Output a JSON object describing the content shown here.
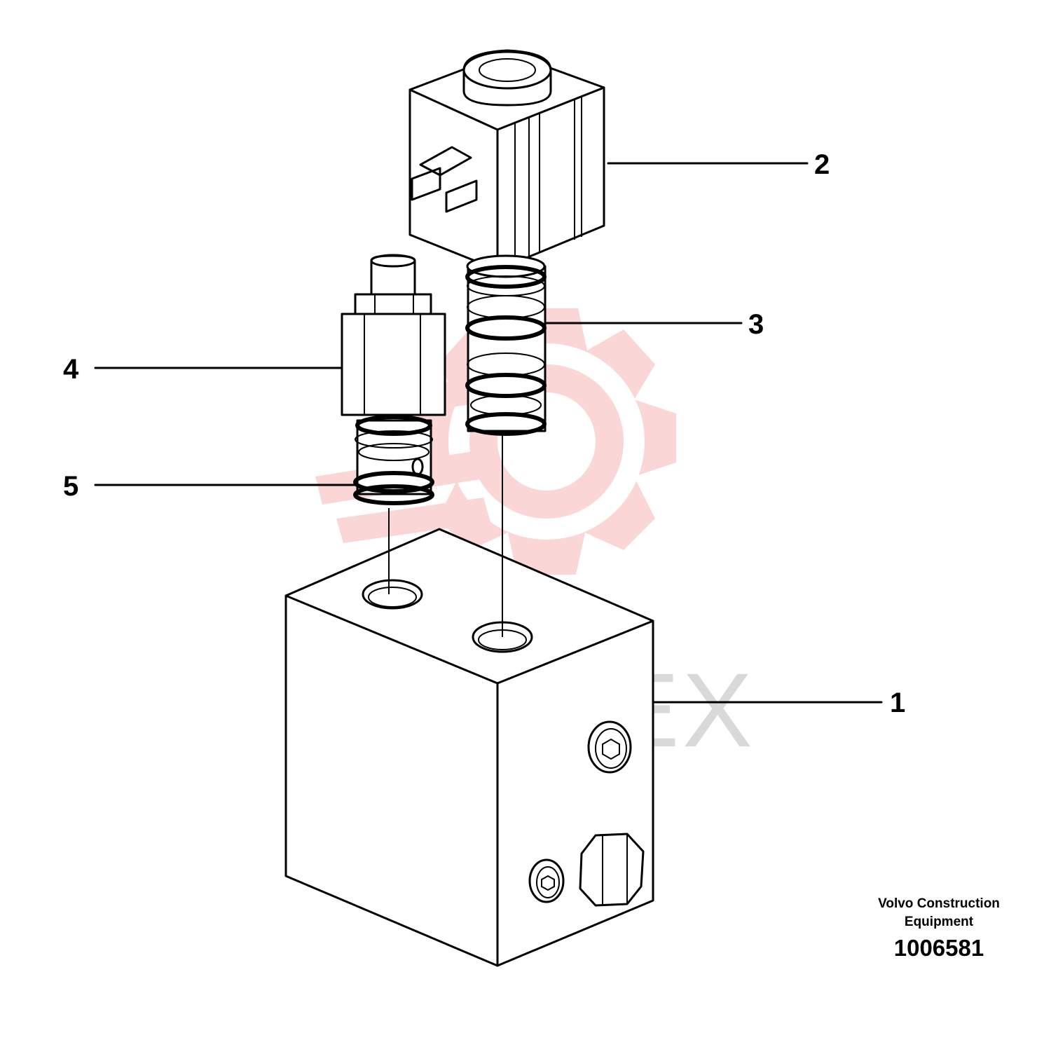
{
  "callouts": [
    {
      "id": "1",
      "label": "1"
    },
    {
      "id": "2",
      "label": "2"
    },
    {
      "id": "3",
      "label": "3"
    },
    {
      "id": "4",
      "label": "4"
    },
    {
      "id": "5",
      "label": "5"
    }
  ],
  "watermark": {
    "text": "ИНТЕХ",
    "color": "#f5a6a6"
  },
  "caption": {
    "maker": "Volvo Construction Equipment",
    "number": "1006581"
  }
}
